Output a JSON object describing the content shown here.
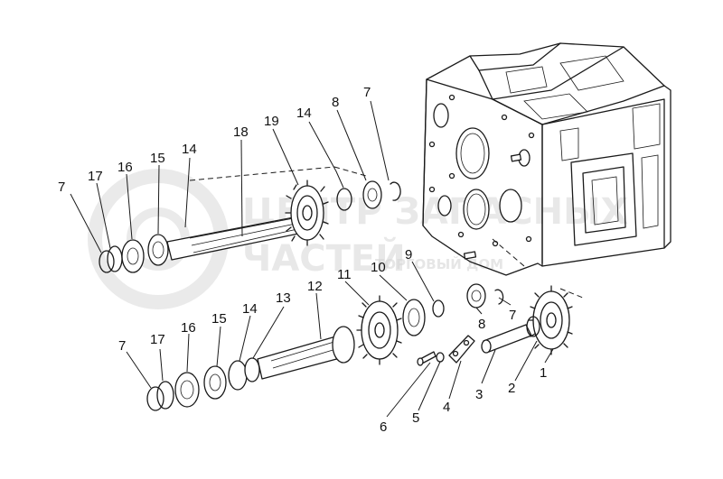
{
  "watermark": {
    "line1": "ЦЕНТР ЗАПАСНЫХ",
    "line2": "ЧАСТЕЙ",
    "line3": "ТОРГОВЫЙ ДОМ"
  },
  "callouts": {
    "upper_shaft": [
      "7",
      "17",
      "16",
      "15",
      "14",
      "18",
      "19",
      "14",
      "8",
      "7"
    ],
    "lower_shaft": [
      "7",
      "17",
      "16",
      "15",
      "14",
      "13",
      "12",
      "11",
      "10",
      "9"
    ],
    "right_group": [
      "8",
      "7",
      "6",
      "5",
      "4",
      "3",
      "2",
      "1"
    ]
  },
  "colors": {
    "line": "#1a1a1a",
    "watermark": "#d6d6d6",
    "background": "#ffffff"
  }
}
